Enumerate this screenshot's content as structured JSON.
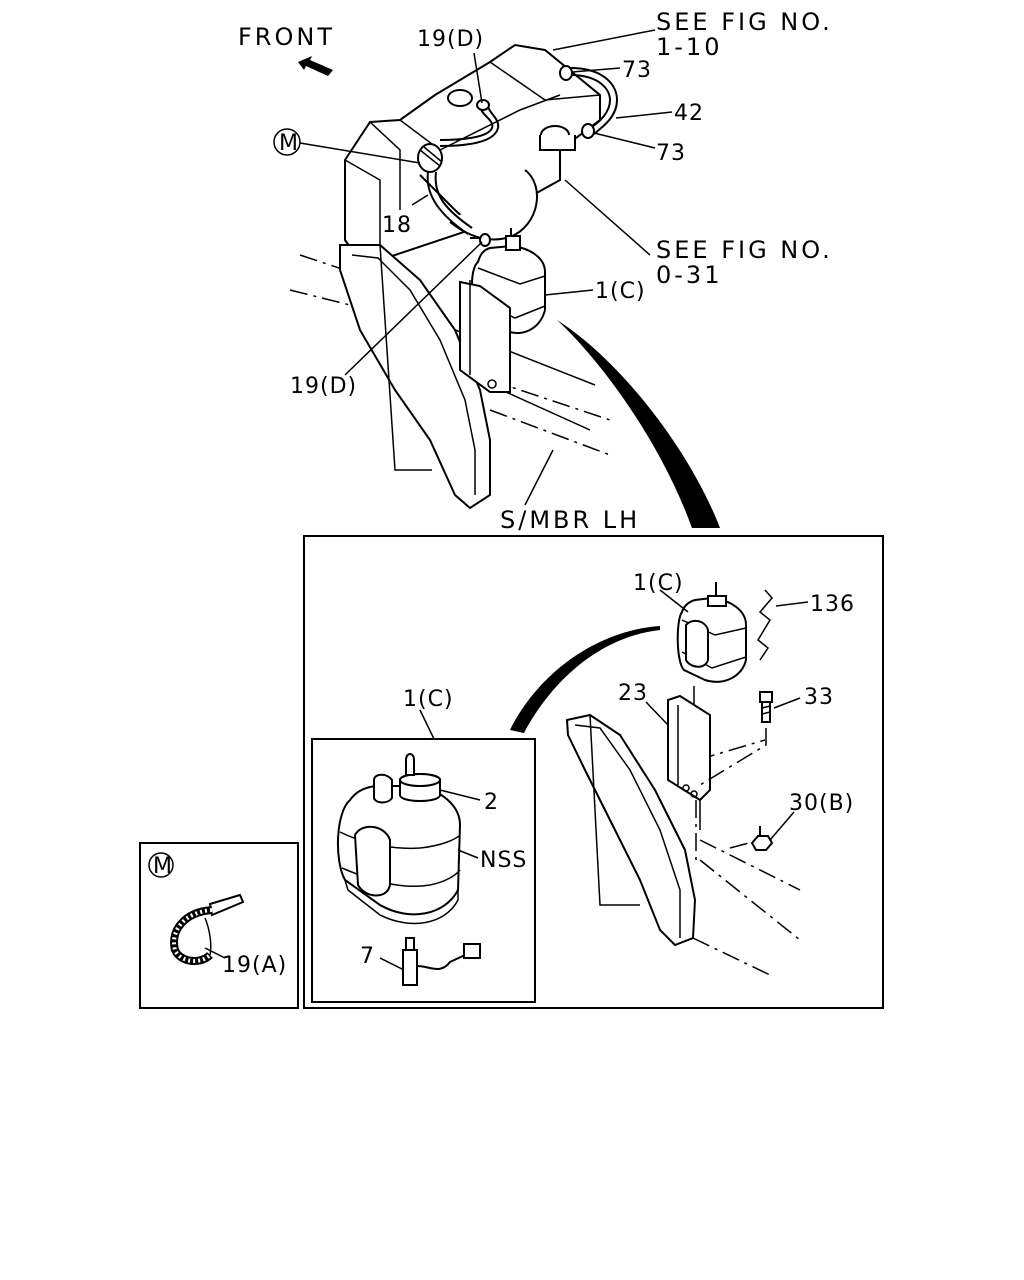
{
  "labels": {
    "front": "FRONT",
    "see_fig_1": "SEE FIG NO.",
    "see_fig_1_num": "1-10",
    "see_fig_2": "SEE FIG NO.",
    "see_fig_2_num": "0-31",
    "p19d_top": "19(D)",
    "p73_top": "73",
    "p42": "42",
    "p73_mid": "73",
    "p_m_top": "M",
    "p18": "18",
    "p1c_main": "1(C)",
    "p19d_left": "19(D)",
    "smbr": "S/MBR LH",
    "p1c_detail": "1(C)",
    "p136": "136",
    "p23": "23",
    "p33": "33",
    "p30b": "30(B)",
    "p1c_inset": "1(C)",
    "p2": "2",
    "nss": "NSS",
    "p7": "7",
    "p_m_box": "M",
    "p19a": "19(A)"
  }
}
